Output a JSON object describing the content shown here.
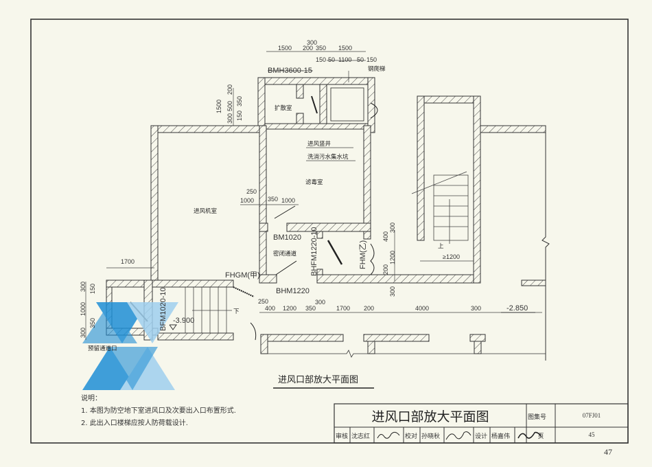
{
  "drawing": {
    "caption": "进风口部放大平面图",
    "rooms": {
      "diffusion_room": "扩散室",
      "air_intake_room": "进风机室",
      "filter_room": "滤毒室",
      "airtight_passage": "密闭通道",
      "reserved_passage": "预留通道口",
      "shaft": "进风竖井",
      "sump": "洗消污水集水坑",
      "ladder": "钢爬梯"
    },
    "doors": {
      "bmh3600": "BMH3600-15",
      "bm1020": "BM1020",
      "bhfm1220": "BHFM1220-10",
      "fhm_b": "FHM(乙)",
      "fhgm": "FHGM(甲)",
      "bhm1220": "BHM1220",
      "bfm1020": "BFM1020-10"
    },
    "stairs": {
      "down": "下",
      "up": "上",
      "min_width": "≥1200"
    },
    "elevations": {
      "left": "-3.900",
      "right": "-2.850"
    },
    "dims": {
      "top_row1": [
        "1500",
        "200",
        "350",
        "1500"
      ],
      "top_300": "300",
      "top_row2": [
        "150",
        "50",
        "1100",
        "50",
        "150"
      ],
      "left_top": [
        "1500",
        "200",
        "350",
        "300",
        "500",
        "150"
      ],
      "filter_dims": [
        "250",
        "1000",
        "350",
        "1000"
      ],
      "left_1700": "1700",
      "left_stack": [
        "300",
        "150",
        "1000",
        "350",
        "300"
      ],
      "bottom_row": [
        "250",
        "400",
        "1200",
        "350",
        "300",
        "1700",
        "200",
        "4000",
        "300"
      ],
      "fhm_stack": [
        "300",
        "400",
        "1200",
        "200",
        "300"
      ]
    }
  },
  "notes": {
    "title": "说明：",
    "items": [
      "1.  本图为防空地下室进风口及次要出入口布置形式.",
      "2.  此出入口楼梯应按人防荷载设计."
    ]
  },
  "title_block": {
    "title": "进风口部放大平面图",
    "atlas_label": "图集号",
    "atlas_no": "07FJ01",
    "review_label": "审核",
    "reviewer": "沈志红",
    "check_label": "校对",
    "checker": "孙晓秋",
    "design_label": "设计",
    "designer": "杨嘉伟",
    "page_label": "页",
    "page_no": "45"
  },
  "sheet_number": "47",
  "colors": {
    "paper": "#f7f7ec",
    "ink": "#333333",
    "watermark": "#1f8fd6"
  }
}
